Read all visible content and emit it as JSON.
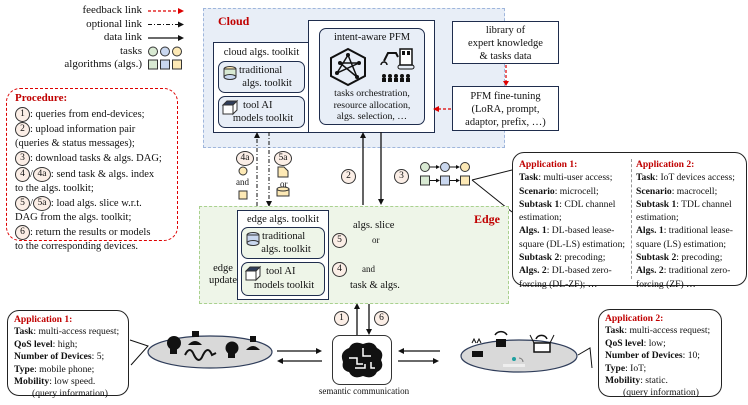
{
  "legend": {
    "items": [
      {
        "label": "feedback link",
        "style": "red-dashed-arrow"
      },
      {
        "label": "optional link",
        "style": "dash-dot-arrow"
      },
      {
        "label": "data link",
        "style": "solid-arrow"
      },
      {
        "label": "tasks",
        "style": "circles"
      },
      {
        "label": "algorithms (algs.)",
        "style": "squares"
      }
    ],
    "colors": [
      "#d9ead3",
      "#c9d7ef",
      "#fde9b5"
    ]
  },
  "procedure": {
    "title": "Procedure:",
    "steps": [
      {
        "badges": [
          "1"
        ],
        "text": ": queries from end-devices;"
      },
      {
        "badges": [
          "2"
        ],
        "text": ": upload information pair",
        "cont": "(queries & status messages);"
      },
      {
        "badges": [
          "3"
        ],
        "text": ": download tasks & algs. DAG;"
      },
      {
        "badges": [
          "4",
          "4a"
        ],
        "sep": "/",
        "text": ": send task & algs. index",
        "cont": "to the algs. toolkit;"
      },
      {
        "badges": [
          "5",
          "5a"
        ],
        "sep": "/",
        "text": ": load algs. slice w.r.t.",
        "cont": "DAG from the algs. toolkit;"
      },
      {
        "badges": [
          "6"
        ],
        "text": ": return the results or models",
        "cont": "to the corresponding devices."
      }
    ]
  },
  "cloud": {
    "label": "Cloud",
    "toolkit": {
      "title": "cloud algs. toolkit",
      "traditional": [
        "traditional",
        "algs. toolkit"
      ],
      "tool_ai": [
        "tool AI",
        "models toolkit"
      ]
    },
    "pfm": {
      "title": "intent-aware PFM",
      "desc": [
        "tasks orchestration,",
        "resource allocation,",
        "algs. selection, …"
      ]
    },
    "library": [
      "library of",
      "expert knowledge",
      "& tasks data"
    ],
    "finetune": [
      "PFM fine-tuning",
      "(LoRA, prompt,",
      "adaptor, prefix, …)"
    ]
  },
  "links": {
    "b4a": "4a",
    "b5a": "5a",
    "and": "and",
    "or": "or",
    "b2": "2",
    "b3": "3",
    "b1": "1",
    "b6": "6",
    "b4": "4",
    "b5": "5"
  },
  "edge": {
    "label": "Edge",
    "update": [
      "edge",
      "update"
    ],
    "toolkit": {
      "title": "edge algs. toolkit",
      "traditional": [
        "traditional",
        "algs. toolkit"
      ],
      "tool_ai": [
        "tool AI",
        "models toolkit"
      ]
    },
    "slice_label": "algs. slice",
    "or": "or",
    "and": "and",
    "task_label": "task & algs."
  },
  "app_cloud": {
    "app1": {
      "title": "Application 1:",
      "lines": [
        {
          "k": "Task",
          "v": ": multi-user access;"
        },
        {
          "k": "Scenario",
          "v": ": microcell;"
        },
        {
          "k": "Subtask 1",
          "v": ": CDL channel"
        },
        {
          "k": "",
          "v": "estimation;"
        },
        {
          "k": "Algs. 1",
          "v": ": DL-based lease-"
        },
        {
          "k": "",
          "v": "square (DL-LS) estimation;"
        },
        {
          "k": "Subtask 2",
          "v": ": precoding;"
        },
        {
          "k": "Algs. 2",
          "v": ": DL-based zero-"
        },
        {
          "k": "",
          "v": "forcing (DL-ZF); …"
        }
      ]
    },
    "app2": {
      "title": "Application 2:",
      "lines": [
        {
          "k": "Task",
          "v": ": IoT devices access;"
        },
        {
          "k": "Scenario",
          "v": ": macrocell;"
        },
        {
          "k": "Subtask 1",
          "v": ": TDL channel"
        },
        {
          "k": "",
          "v": "estimation;"
        },
        {
          "k": "Algs. 1",
          "v": ": traditional lease-"
        },
        {
          "k": "",
          "v": "square (LS) estimation;"
        },
        {
          "k": "Subtask 2",
          "v": ": precoding;"
        },
        {
          "k": "Algs. 2",
          "v": ": traditional zero-"
        },
        {
          "k": "",
          "v": "forcing (ZF) …"
        }
      ]
    }
  },
  "query1": {
    "title": "Application 1:",
    "lines": [
      {
        "k": "Task",
        "v": ": multi-access request;"
      },
      {
        "k": "QoS level",
        "v": ": high;"
      },
      {
        "k": "Number of Devices",
        "v": ": 5;"
      },
      {
        "k": "Type",
        "v": ": mobile phone;"
      },
      {
        "k": "Mobility",
        "v": ": low speed."
      }
    ],
    "footer": "(query information)"
  },
  "query2": {
    "title": "Application 2:",
    "lines": [
      {
        "k": "Task",
        "v": ": multi-access request;"
      },
      {
        "k": "QoS level",
        "v": ": low;"
      },
      {
        "k": "Number of Devices",
        "v": ": 10;"
      },
      {
        "k": "Type",
        "v": ": IoT;"
      },
      {
        "k": "Mobility",
        "v": ": static."
      }
    ],
    "footer": "(query information)"
  },
  "semantic": {
    "label": "semantic communication"
  }
}
